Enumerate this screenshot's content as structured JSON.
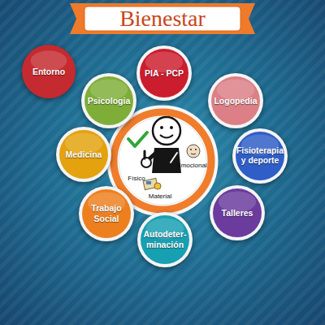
{
  "diagram": {
    "title": "Bienestar",
    "nodes": [
      {
        "text": [
          "Entorno"
        ]
      },
      {
        "text": [
          "PIA - PCP"
        ]
      },
      {
        "text": [
          "Psicologia"
        ]
      },
      {
        "text": [
          "Logopedia"
        ]
      },
      {
        "text": [
          "Medicina"
        ]
      },
      {
        "text": [
          "Físico",
          "Emocional",
          "Material"
        ]
      },
      {
        "text": [
          "Fisioterapia y deporte"
        ]
      },
      {
        "text": [
          "Trabajo Social"
        ]
      },
      {
        "text": [
          "Talleres"
        ]
      },
      {
        "text": [
          "Autodeter-minación"
        ]
      }
    ]
  }
}
